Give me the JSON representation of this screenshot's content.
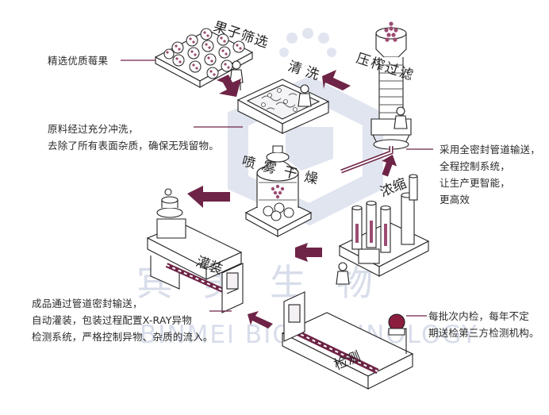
{
  "stages": {
    "screening": "果子筛选",
    "washing": "清洗",
    "press_filter": "压榨过滤",
    "concentrate": "浓缩",
    "spray_dry": "喷雾干燥",
    "filling": "灌装",
    "inspection": "检测"
  },
  "notes": {
    "select": "精选优质莓果",
    "wash": [
      "原料经过充分冲洗，",
      "去除了所有表面杂质，确保无残留物。"
    ],
    "pipeline": [
      "采用全密封管道输送，",
      "全程控制系统，",
      "让生产更智能，",
      "更高效"
    ],
    "fill": [
      "成品通过管道密封输送，",
      "自动灌装，包装过程配置X-RAY异物",
      "检测系统，严格控制异物、杂质的流入。"
    ],
    "inspect": [
      "每批次内检，每年不定",
      "期送检第三方检测机构。"
    ]
  },
  "watermark": {
    "cn": "宾美生物",
    "en": "BINMEI BIOTECHNOLOGY"
  },
  "colors": {
    "arrow": "#6e2446",
    "line": "#6e2446",
    "ink": "#222222",
    "fruit": "#9b4c73",
    "watermark": "#b9c2d9"
  }
}
